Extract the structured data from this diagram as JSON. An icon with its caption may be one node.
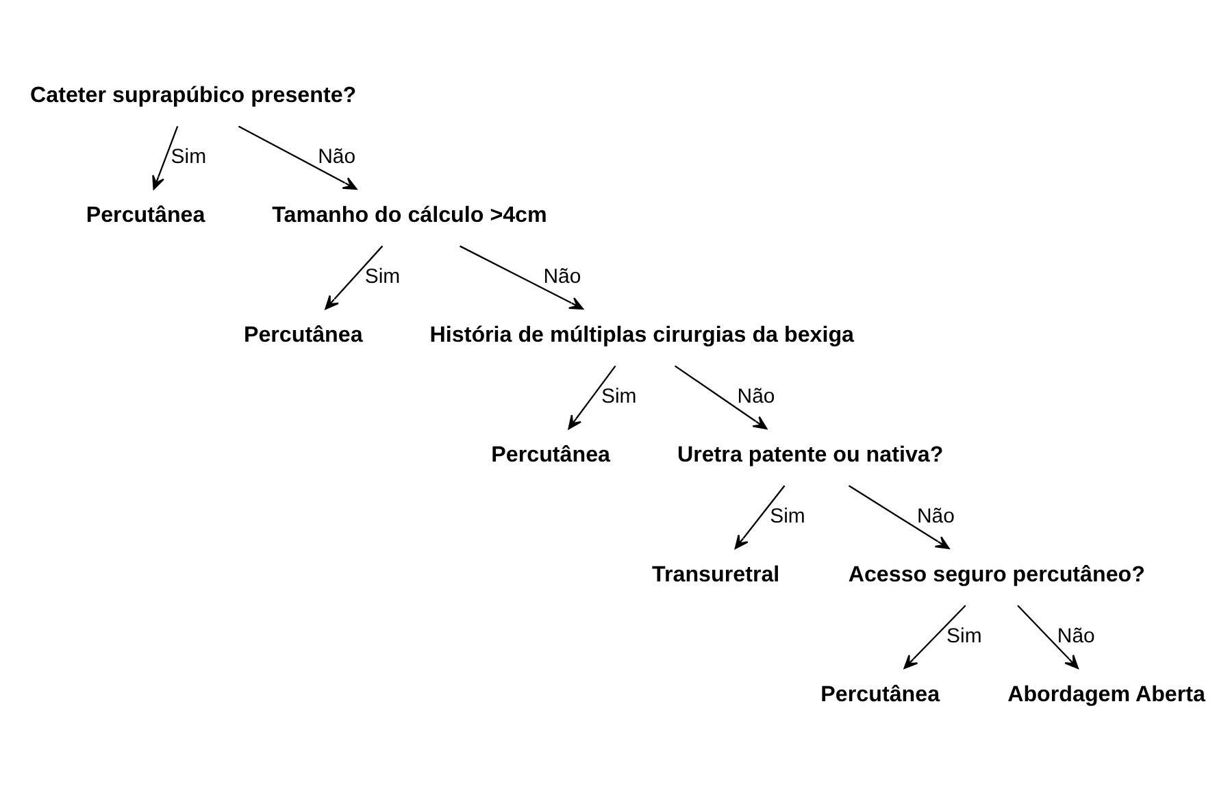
{
  "diagram": {
    "nodes": [
      {
        "text": [
          "Cateter suprapúbico presente?"
        ]
      },
      {
        "text": [
          "Percutânea"
        ]
      },
      {
        "text": [
          "Tamanho do cálculo >4cm"
        ]
      },
      {
        "text": [
          "Percutânea"
        ]
      },
      {
        "text": [
          "História de múltiplas cirurgias da bexiga"
        ]
      },
      {
        "text": [
          "Percutânea"
        ]
      },
      {
        "text": [
          "Uretra patente ou nativa?"
        ]
      },
      {
        "text": [
          "Transuretral"
        ]
      },
      {
        "text": [
          "Acesso seguro percutâneo?"
        ]
      },
      {
        "text": [
          "Percutânea"
        ]
      },
      {
        "text": [
          "Abordagem Aberta"
        ]
      }
    ],
    "edges": [
      {
        "from": 0,
        "to": 1,
        "arrow": "to",
        "label": "Sim"
      },
      {
        "from": 0,
        "to": 2,
        "arrow": "to",
        "label": "Não"
      },
      {
        "from": 2,
        "to": 3,
        "arrow": "to",
        "label": "Sim"
      },
      {
        "from": 2,
        "to": 4,
        "arrow": "to",
        "label": "Não"
      },
      {
        "from": 4,
        "to": 5,
        "arrow": "to",
        "label": "Sim"
      },
      {
        "from": 4,
        "to": 6,
        "arrow": "to",
        "label": "Não"
      },
      {
        "from": 6,
        "to": 7,
        "arrow": "to",
        "label": "Sim"
      },
      {
        "from": 6,
        "to": 8,
        "arrow": "to",
        "label": "Não"
      },
      {
        "from": 8,
        "to": 9,
        "arrow": "to",
        "label": "Sim"
      },
      {
        "from": 8,
        "to": 10,
        "arrow": "to",
        "label": "Não"
      }
    ]
  }
}
